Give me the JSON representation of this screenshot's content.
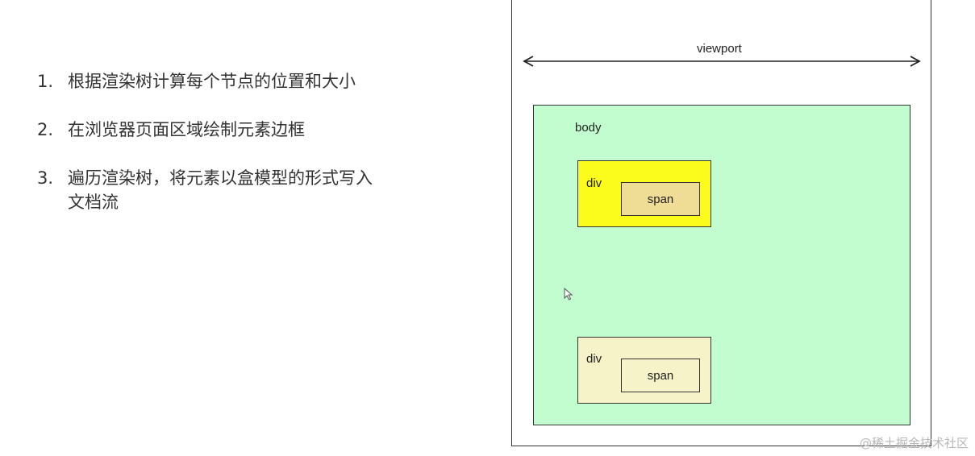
{
  "steps": [
    {
      "num": "1.",
      "text": "根据渲染树计算每个节点的位置和大小"
    },
    {
      "num": "2.",
      "text": "在浏览器页面区域绘制元素边框"
    },
    {
      "num": "3.",
      "text": "遍历渲染树，将元素以盒模型的形式写入文档流"
    }
  ],
  "diagram": {
    "viewport_label": "viewport",
    "body_label": "body",
    "div1_label": "div",
    "span1_label": "span",
    "div2_label": "div",
    "span2_label": "span"
  },
  "colors": {
    "body_fill": "#c2fdcf",
    "div1_fill": "#fbfb1c",
    "span1_fill": "#efdc95",
    "div2_fill": "#f6f3c8"
  },
  "watermark": "@稀土掘金技术社区"
}
